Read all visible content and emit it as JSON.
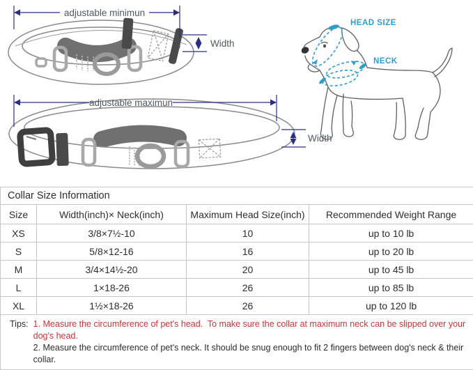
{
  "diagram": {
    "adjustable_min_label": "adjustable minimun",
    "adjustable_max_label": "adjustable maximun",
    "width_label_min": "Width",
    "width_label_max": "Width",
    "head_size_label": "HEAD SIZE",
    "neck_label": "NECK"
  },
  "table": {
    "title": "Collar Size Information",
    "headers": [
      "Size",
      "Width(inch)× Neck(inch)",
      "Maximum Head Size(inch)",
      "Recommended Weight Range"
    ],
    "rows": [
      [
        "XS",
        "3/8×7½-10",
        "10",
        "up to 10 lb"
      ],
      [
        "S",
        "5/8×12-16",
        "16",
        "up to 20 lb"
      ],
      [
        "M",
        "3/4×14½-20",
        "20",
        "up to 45 lb"
      ],
      [
        "L",
        "1×18-26",
        "26",
        "up to 85 lb"
      ],
      [
        "XL",
        "1½×18-26",
        "26",
        "up to 120 lb"
      ]
    ]
  },
  "tips": {
    "label": "Tips:",
    "items": [
      "1. Measure the circumference of pet's head.  To make sure the collar at maximum neck can be slipped over your dog's head.",
      "2. Measure the circumference of pet's neck. It should be snug enough to fit 2 fingers between dog's neck & their collar."
    ]
  },
  "colors": {
    "dimension_arrow": "#2b2e83",
    "dimension_text": "#54565f",
    "measure_teal": "#2e9dc9",
    "tip_highlight": "#cb3437",
    "table_border": "#c6c6c6",
    "pad_gray": "#707070",
    "hardware_dark": "#4a4a4a"
  }
}
